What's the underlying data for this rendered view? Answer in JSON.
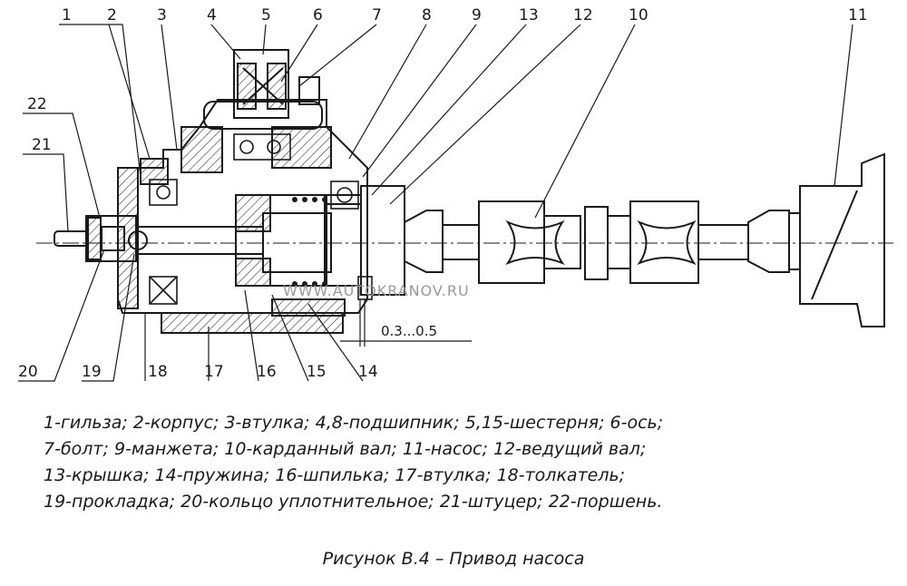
{
  "callouts": [
    "1",
    "2",
    "3",
    "4",
    "5",
    "6",
    "7",
    "8",
    "9",
    "13",
    "12",
    "10",
    "11",
    "22",
    "21",
    "20",
    "19",
    "18",
    "17",
    "16",
    "15",
    "14"
  ],
  "dimension": "0.3...0.5",
  "watermark": "WWW.AUTOKRANOV.RU",
  "legend": [
    "1-гильза; 2-корпус; 3-втулка; 4,8-подшипник; 5,15-шестерня; 6-ось;",
    "7-болт; 9-манжета; 10-карданный вал; 11-насос; 12-ведущий вал;",
    "13-крышка; 14-пружина; 16-шпилька; 17-втулка; 18-толкатель;",
    "19-прокладка; 20-кольцо уплотнительное; 21-штуцер; 22-поршень."
  ],
  "caption": "Рисунок В.4 – Привод насоса",
  "colors": {
    "ink": "#1a1a1a",
    "hatch": "#333333",
    "watermark": "#9a9a9a"
  }
}
